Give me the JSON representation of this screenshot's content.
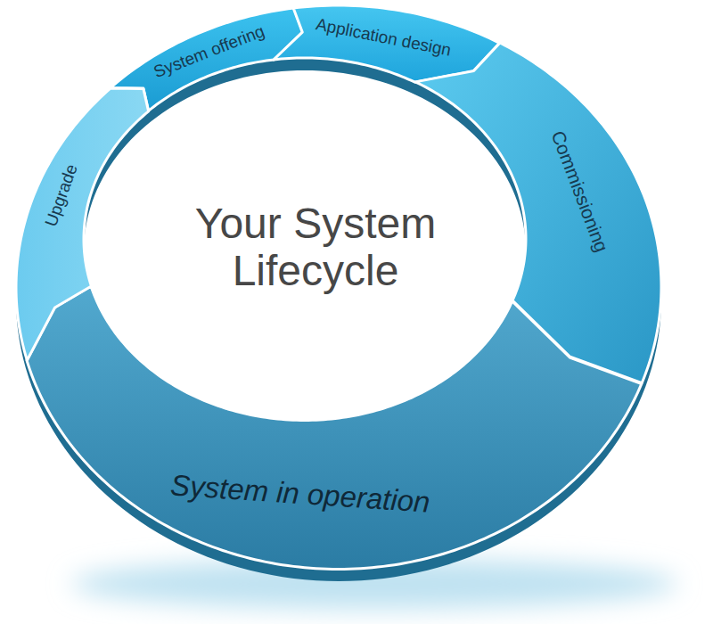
{
  "diagram": {
    "title": "Your System Lifecycle",
    "nodes": [
      {
        "text": [
          "System offering"
        ]
      },
      {
        "text": [
          "Application design"
        ]
      },
      {
        "text": [
          "Commissioning"
        ]
      },
      {
        "text": [
          "System in operation"
        ]
      },
      {
        "text": [
          "Upgrade"
        ]
      }
    ]
  }
}
